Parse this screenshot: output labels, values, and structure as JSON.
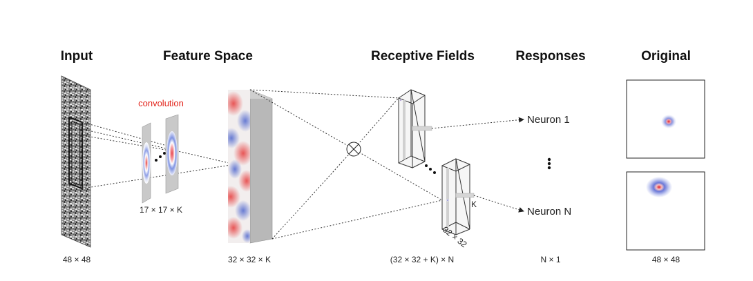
{
  "headers": {
    "input": "Input",
    "feature_space": "Feature Space",
    "receptive_fields": "Receptive Fields",
    "responses": "Responses",
    "original": "Original"
  },
  "dims": {
    "input": "48 × 48",
    "kernel": "17 × 17 × K",
    "feature_space": "32 × 32 × K",
    "receptive_fields": "(32 × 32 + K) × N",
    "responses": "N × 1",
    "original": "48 × 48"
  },
  "labels": {
    "convolution": "convolution",
    "neuron_1": "Neuron 1",
    "neuron_n": "Neuron N",
    "k": "K",
    "rf_size": "32 × 32"
  },
  "colors": {
    "convolution_text": "#e2231a",
    "heat_red": "#e63b3b",
    "heat_blue": "#3a55c9",
    "slab_side": "#b8b8b8"
  }
}
